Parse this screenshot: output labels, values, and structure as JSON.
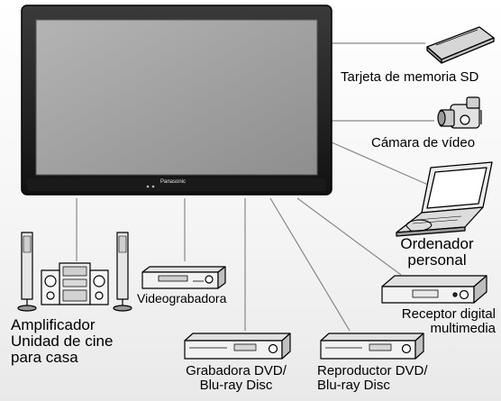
{
  "tv": {
    "brand": "Panasonic"
  },
  "devices": {
    "sd_card": {
      "label": "Tarjeta de memoria SD",
      "icon": "sd-card-icon"
    },
    "camcorder": {
      "label": "Cámara de vídeo",
      "icon": "camcorder-icon"
    },
    "pc": {
      "line1": "Ordenador",
      "line2": "personal",
      "icon": "laptop-icon"
    },
    "media_receiver": {
      "line1": "Receptor digital",
      "line2": "multimedia",
      "icon": "media-receiver-icon"
    },
    "vcr": {
      "label": "Videograbadora",
      "icon": "vcr-icon"
    },
    "amplifier": {
      "line1": "Amplificador",
      "line2": "Unidad de cine",
      "line3": "para casa",
      "icon": "home-theater-icon"
    },
    "dvd_recorder": {
      "line1": "Grabadora DVD/",
      "line2": "Blu-ray Disc",
      "icon": "dvd-recorder-icon"
    },
    "dvd_player": {
      "line1": "Reproductor DVD/",
      "line2": "Blu-ray Disc",
      "icon": "dvd-player-icon"
    }
  },
  "colors": {
    "tv_frame": "#222222",
    "screen": "#9a9a9a",
    "line": "#888888"
  }
}
